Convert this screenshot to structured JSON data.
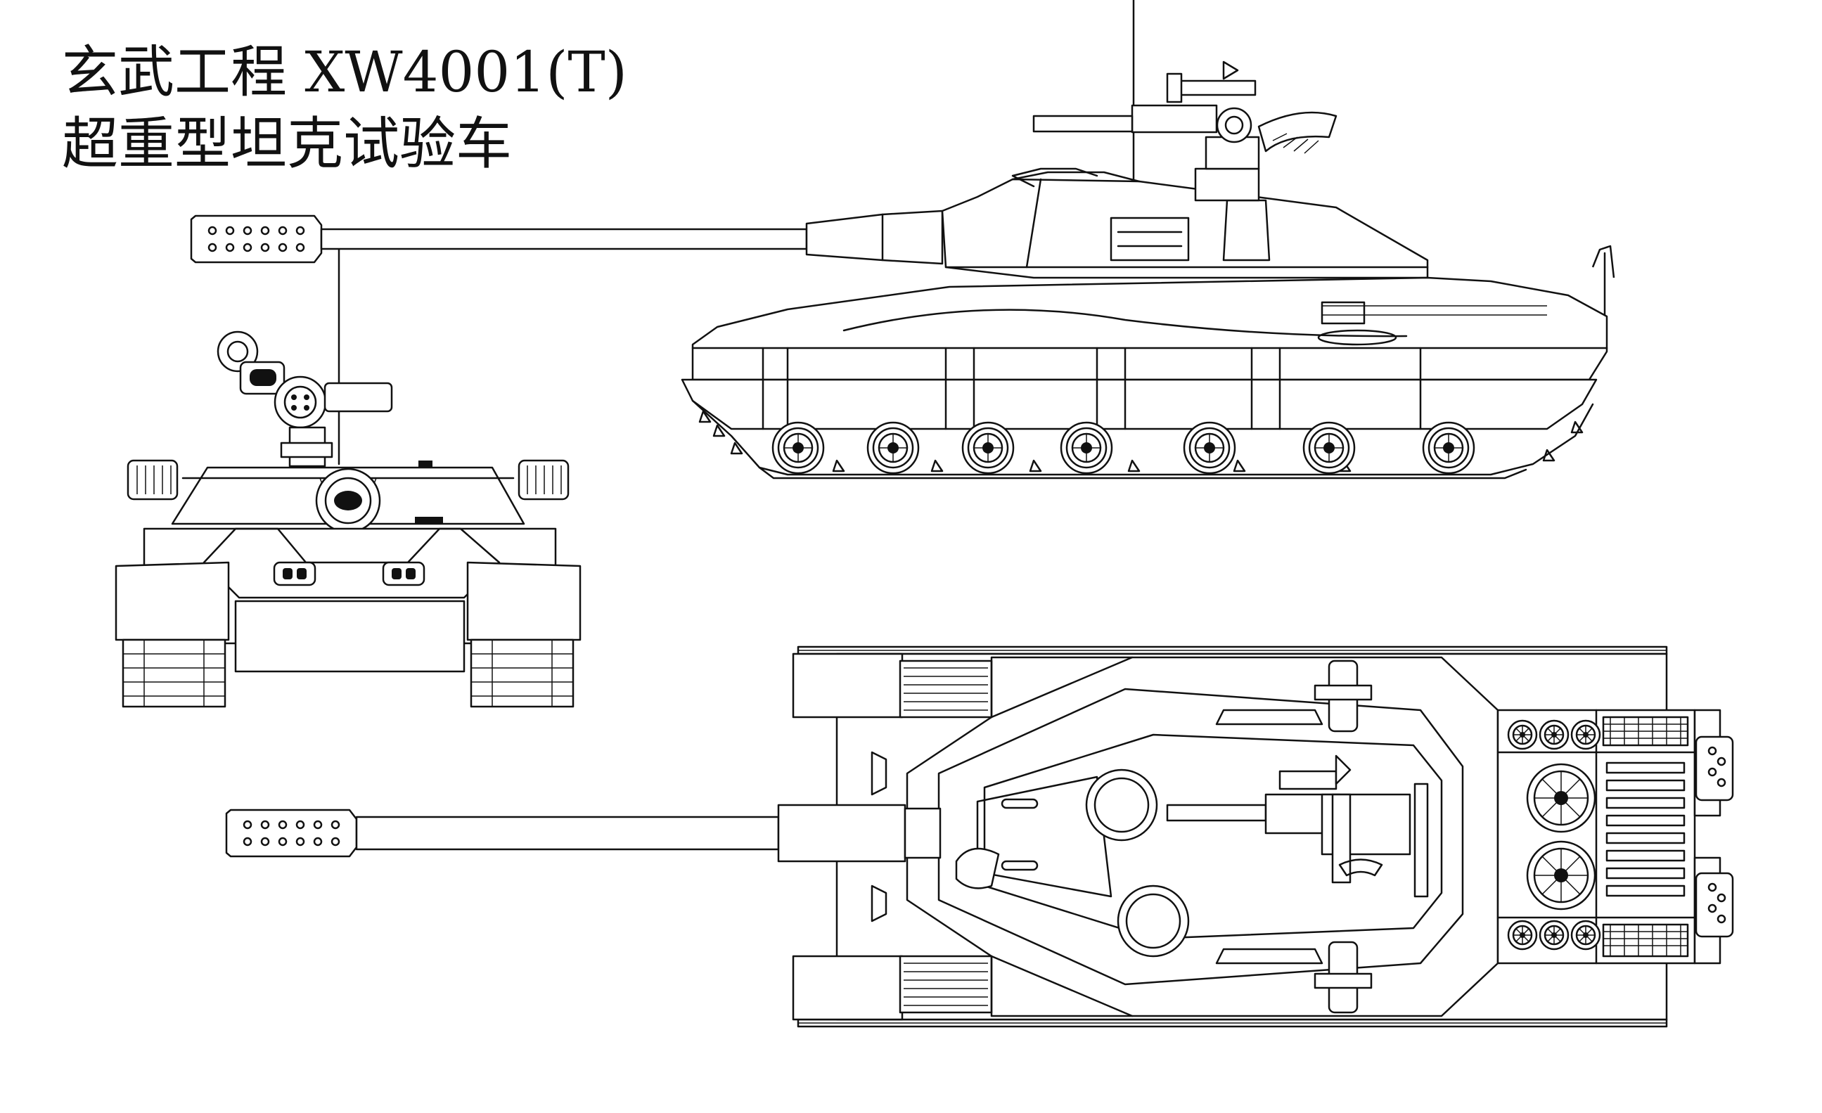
{
  "title": {
    "line1": "玄武工程 XW4001(T)",
    "line2": "超重型坦克试验车"
  },
  "views": {
    "side": "side-view",
    "front": "front-view",
    "top": "top-view"
  },
  "line_color": "#111111",
  "background_color": "#ffffff"
}
